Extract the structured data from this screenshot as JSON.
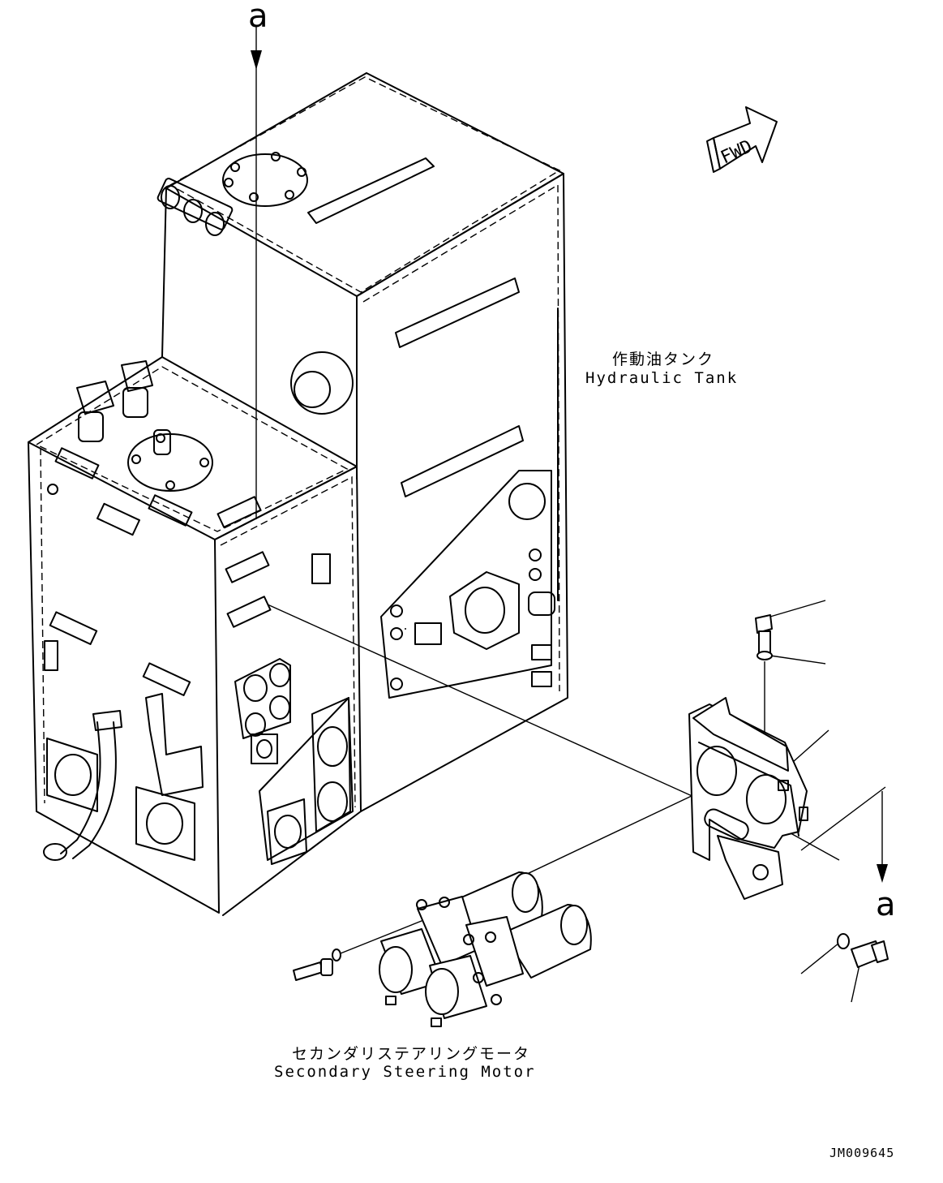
{
  "labels": {
    "hydraulic_tank_jp": "作動油タンク",
    "hydraulic_tank_en": "Hydraulic Tank",
    "steering_motor_jp": "セカンダリステアリングモータ",
    "steering_motor_en": "Secondary Steering Motor",
    "fwd": "FWD",
    "callout_top": "a",
    "callout_right": "a",
    "drawing_number": "JM009645"
  }
}
